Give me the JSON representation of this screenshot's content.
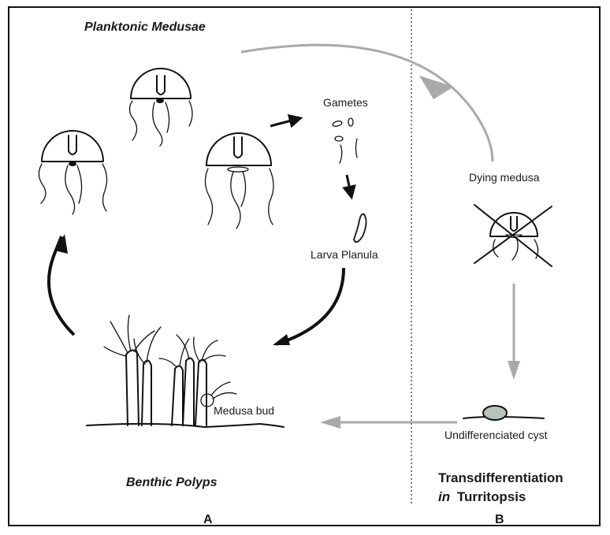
{
  "labels": {
    "planktonic_medusae": "Planktonic Medusae",
    "gametes": "Gametes",
    "larva_planula": "Larva Planula",
    "dying_medusa": "Dying medusa",
    "medusa_bud": "Medusa bud",
    "undifferentiated_cyst": "Undifferenciated cyst",
    "benthic_polyps": "Benthic Polyps",
    "transdiff_line1": "Transdifferentiation",
    "transdiff_in": "in",
    "transdiff_genus": "Turritopsis",
    "panel_a": "A",
    "panel_b": "B"
  },
  "colors": {
    "ink": "#111111",
    "grey_arrow": "#a9a9a9",
    "cyst_fill": "#b9c2bb",
    "background": "#ffffff"
  }
}
